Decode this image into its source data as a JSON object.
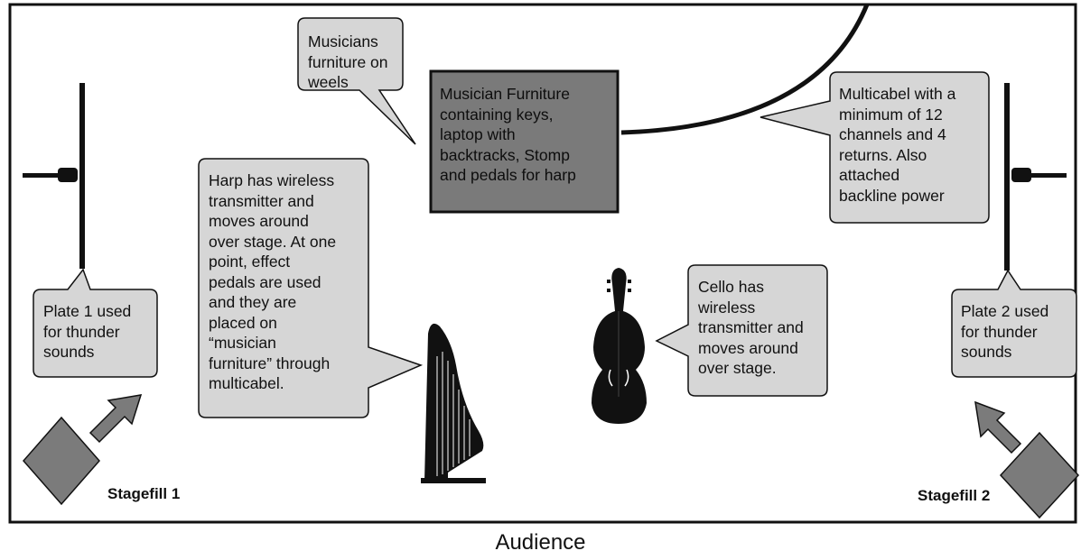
{
  "callouts": {
    "furniture_wheels": "Musicians\nfurniture on\nweels",
    "musician_furniture": "Musician Furniture\ncontaining keys,\nlaptop with\nbacktracks, Stomp\nand pedals for harp",
    "multicabel": "Multicabel with a\nminimum of 12\nchannels and 4\nreturns. Also\nattached\nbackline power",
    "harp": "Harp has wireless\ntransmitter and\nmoves around\nover stage. At one\npoint, effect\npedals are used\nand they are\nplaced on\n“musician\nfurniture” through\nmulticabel.",
    "cello": "Cello has\nwireless\ntransmitter and\nmoves around\nover stage.",
    "plate1": "Plate 1 used\nfor thunder\nsounds",
    "plate2": "Plate 2 used\nfor thunder\nsounds"
  },
  "labels": {
    "stagefill1": "Stagefill 1",
    "stagefill2": "Stagefill 2",
    "audience": "Audience"
  },
  "colors": {
    "bubble_fill": "#d6d6d6",
    "furniture_fill": "#7a7a7a",
    "stagefill_fill": "#7b7b7b",
    "outline": "#111111"
  }
}
